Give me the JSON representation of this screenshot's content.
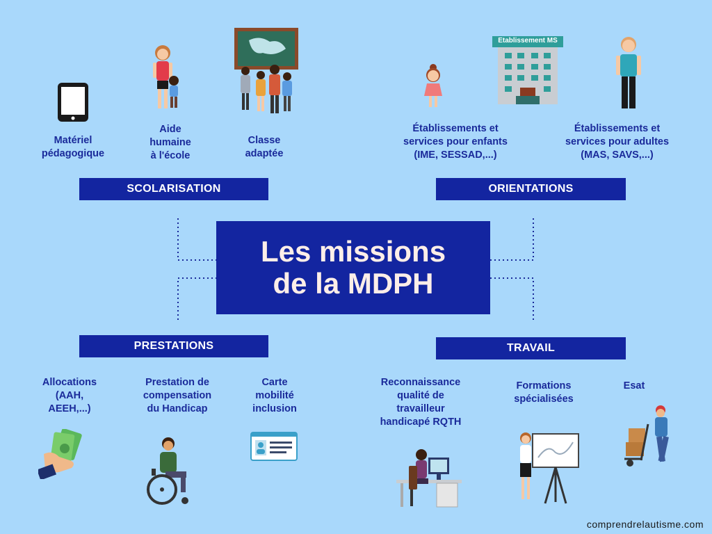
{
  "title_line1": "Les missions",
  "title_line2": "de la MDPH",
  "sections": {
    "scolarisation": "SCOLARISATION",
    "orientations": "ORIENTATIONS",
    "prestations": "PRESTATIONS",
    "travail": "TRAVAIL"
  },
  "items": {
    "materiel": "Matériel\npédagogique",
    "aide": "Aide\nhumaine\nà l'école",
    "classe": "Classe\nadaptée",
    "etab_enfants": "Établissements et\nservices pour enfants\n(IME, SESSAD,...)",
    "etab_adultes": "Établissements et\nservices pour adultes\n(MAS, SAVS,...)",
    "allocations": "Allocations\n(AAH,\nAEEH,...)",
    "pch": "Prestation de\ncompensation\ndu Handicap",
    "carte": "Carte\nmobilité\ninclusion",
    "rqth": "Reconnaissance\nqualité de\ntravailleur\nhandicapé RQTH",
    "formations": "Formations\nspécialisées",
    "esat": "Esat"
  },
  "building_sign": "Etablissement MS",
  "credit": "comprendrelautisme.com",
  "colors": {
    "background": "#a9d8fb",
    "navy": "#1325a0",
    "label": "#1a2a9a"
  }
}
